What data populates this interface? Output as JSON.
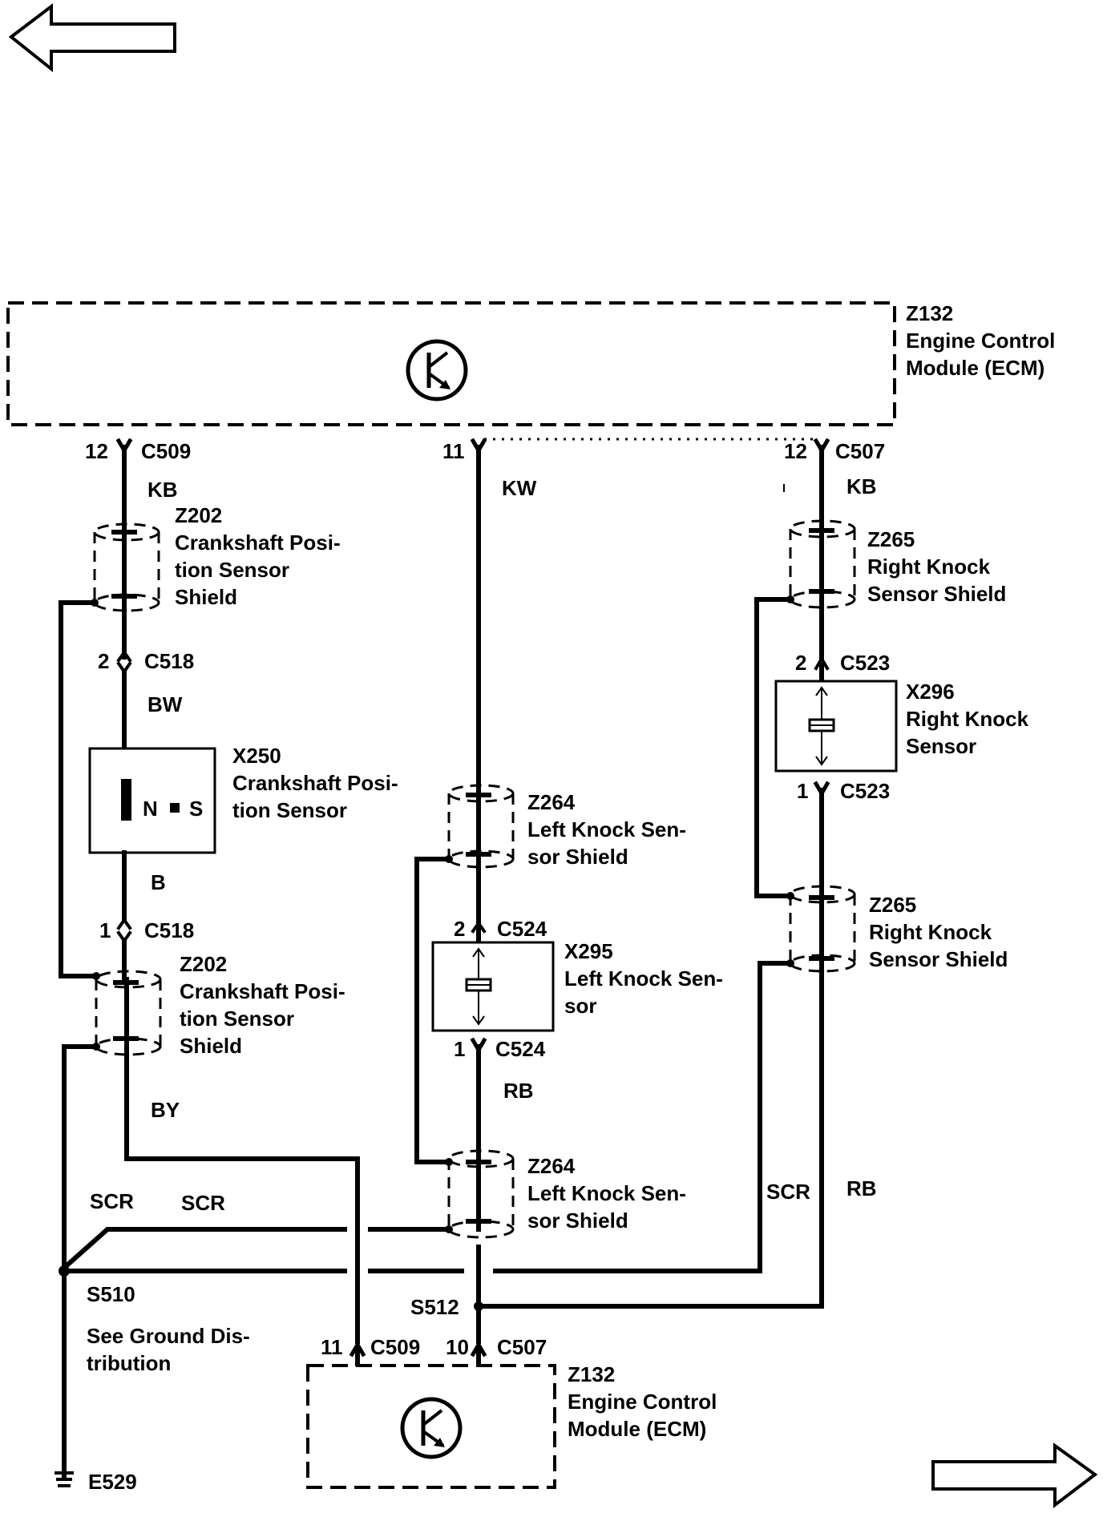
{
  "modules": {
    "ecm_top": {
      "id": "Z132",
      "name1": "Engine Control",
      "name2": "Module (ECM)"
    },
    "ecm_bottom": {
      "id": "Z132",
      "name1": "Engine Control",
      "name2": "Module (ECM)"
    }
  },
  "connectors": {
    "c509_top": {
      "pin": "12",
      "name": "C509"
    },
    "c509_mid": {
      "pin": "11"
    },
    "c507_top": {
      "pin": "12",
      "name": "C507"
    },
    "c518_a": {
      "pin": "2",
      "name": "C518"
    },
    "c518_b": {
      "pin": "1",
      "name": "C518"
    },
    "c523_a": {
      "pin": "2",
      "name": "C523"
    },
    "c523_b": {
      "pin": "1",
      "name": "C523"
    },
    "c524_a": {
      "pin": "2",
      "name": "C524"
    },
    "c524_b": {
      "pin": "1",
      "name": "C524"
    },
    "c509_bot": {
      "pin": "11",
      "name": "C509"
    },
    "c507_bot": {
      "pin": "10",
      "name": "C507"
    }
  },
  "wires": {
    "kb_left": "KB",
    "kw": "KW",
    "kb_right": "KB",
    "bw": "BW",
    "b": "B",
    "by": "BY",
    "rb_mid": "RB",
    "rb_right": "RB",
    "scr_right": "SCR",
    "scr_1": "SCR",
    "scr_2": "SCR"
  },
  "shields": {
    "z202_top": {
      "id": "Z202",
      "l1": "Crankshaft Posi-",
      "l2": "tion Sensor",
      "l3": "Shield"
    },
    "z202_bot": {
      "id": "Z202",
      "l1": "Crankshaft Posi-",
      "l2": "tion Sensor",
      "l3": "Shield"
    },
    "z265_top": {
      "id": "Z265",
      "l1": "Right Knock",
      "l2": "Sensor Shield"
    },
    "z265_bot": {
      "id": "Z265",
      "l1": "Right Knock",
      "l2": "Sensor Shield"
    },
    "z264_top": {
      "id": "Z264",
      "l1": "Left Knock Sen-",
      "l2": "sor Shield"
    },
    "z264_bot": {
      "id": "Z264",
      "l1": "Left Knock Sen-",
      "l2": "sor Shield"
    }
  },
  "sensors": {
    "x250": {
      "id": "X250",
      "l1": "Crankshaft Posi-",
      "l2": "tion Sensor",
      "n": "N",
      "s": "S"
    },
    "x296": {
      "id": "X296",
      "l1": "Right Knock",
      "l2": "Sensor"
    },
    "x295": {
      "id": "X295",
      "l1": "Left Knock Sen-",
      "l2": "sor"
    }
  },
  "splices": {
    "s510": {
      "id": "S510",
      "l1": "See Ground Dis-",
      "l2": "tribution"
    },
    "s512": {
      "id": "S512"
    }
  },
  "ground": {
    "id": "E529"
  },
  "icons": {
    "prev": "arrow-left-icon",
    "next": "arrow-right-icon",
    "transistor": "transistor-icon"
  }
}
